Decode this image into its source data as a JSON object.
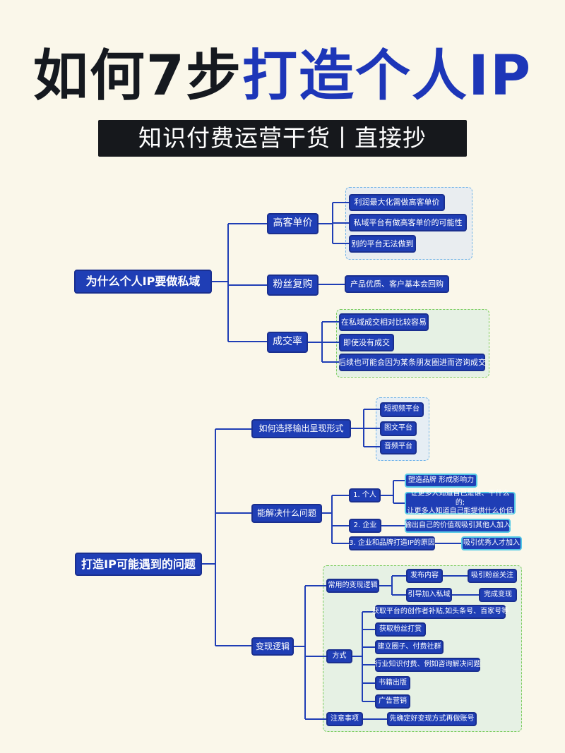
{
  "title": {
    "part1": "如何7步",
    "part2": "打造个人IP"
  },
  "subtitle": "知识付费运营干货丨直接抄",
  "colors": {
    "node": "#1f3eb5",
    "title_accent": "#1d36b8",
    "line": "#1f3eb5",
    "background": "#faf7ea"
  },
  "section1": {
    "root": "为什么个人IP要做私域",
    "branch1": {
      "label": "高客单价",
      "items": [
        "利润最大化需做高客单价",
        "私域平台有做高客单价的可能性",
        "别的平台无法做到"
      ]
    },
    "branch2": {
      "label": "粉丝复购",
      "items": [
        "产品优质、客户基本会回购"
      ]
    },
    "branch3": {
      "label": "成交率",
      "items": [
        "在私域成交相对比较容易",
        "即使没有成交",
        "后续也可能会因为某条朋友圈进而咨询成交"
      ]
    }
  },
  "section2": {
    "root": "打造IP可能遇到的问题",
    "branch1": {
      "label": "如何选择输出呈现形式",
      "items": [
        "短视频平台",
        "图文平台",
        "音频平台"
      ]
    },
    "branch2": {
      "label": "能解决什么问题",
      "personal": {
        "label": "1. 个人",
        "items": [
          "塑造品牌  形成影响力",
          "让更多人知道自己是谁、干什么的;",
          "让更多人知道自己能提供什么价值"
        ]
      },
      "enterprise": {
        "label": "2. 企业",
        "item": "输出自己的价值观吸引其他人加入"
      },
      "brand": {
        "label": "3. 企业和品牌打造IP的原因",
        "item": "吸引优秀人才加入"
      }
    },
    "branch3": {
      "label": "变现逻辑",
      "common": {
        "label": "常用的变现逻辑",
        "publish": "发布内容",
        "attract": "吸引粉丝关注",
        "guide": "引导加入私域",
        "complete": "完成变现"
      },
      "methods": {
        "label": "方式",
        "items": [
          "获取平台的创作者补贴,如头条号、百家号等",
          "获取粉丝打赏",
          "建立圈子、付费社群",
          "行业知识付费、例如咨询解决问题",
          "书籍出版",
          "广告营销"
        ]
      },
      "notes": {
        "label": "注意事项",
        "item": "先确定好变现方式再做账号"
      }
    }
  }
}
